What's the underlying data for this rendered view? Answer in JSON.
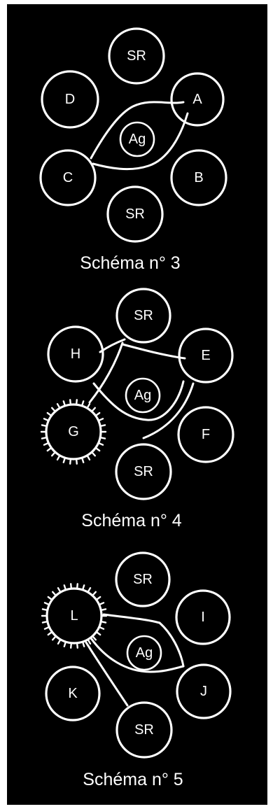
{
  "diagrams": [
    {
      "caption": "Schéma n° 3",
      "nodes": {
        "top": "SR",
        "upper_left": "D",
        "upper_right": "A",
        "center": "Ag",
        "lower_left": "C",
        "lower_right": "B",
        "bottom": "SR"
      }
    },
    {
      "caption": "Schéma n° 4",
      "nodes": {
        "top": "SR",
        "upper_left": "H",
        "upper_right": "E",
        "center": "Ag",
        "lower_left": "G",
        "lower_right": "F",
        "bottom": "SR"
      }
    },
    {
      "caption": "Schéma n° 5",
      "nodes": {
        "top": "SR",
        "upper_left": "L",
        "upper_right": "I",
        "center": "Ag",
        "lower_left": "K",
        "lower_right": "J",
        "bottom": "SR"
      }
    }
  ],
  "colors": {
    "background": "#000000",
    "ink": "#ffffff"
  }
}
